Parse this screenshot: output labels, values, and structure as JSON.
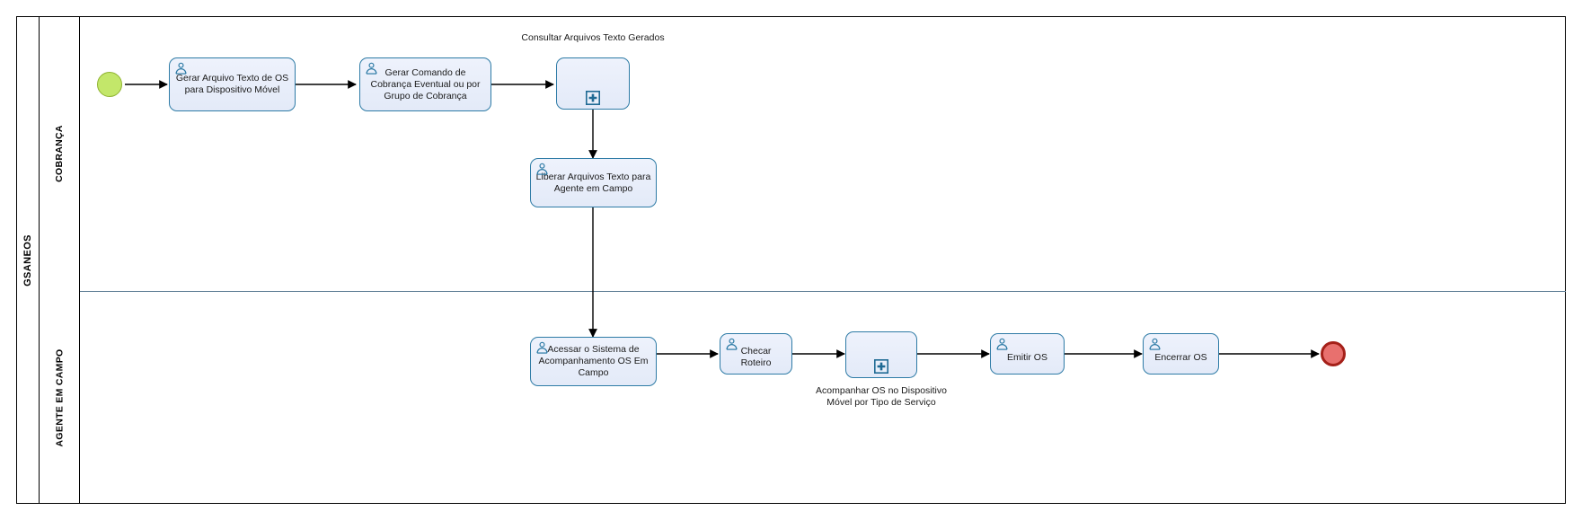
{
  "diagram": {
    "type": "bpmn-process",
    "pool": {
      "name": "GSANEOS"
    },
    "lanes": [
      {
        "id": "cobranca",
        "name": "COBRANÇA"
      },
      {
        "id": "agente",
        "name": "AGENTE EM CAMPO"
      }
    ],
    "events": [
      {
        "id": "start",
        "kind": "start-event",
        "label": "",
        "color": "#c3e76a"
      },
      {
        "id": "end",
        "kind": "end-event",
        "label": "",
        "color": "#e8706e"
      }
    ],
    "tasks": [
      {
        "id": "t1",
        "lane": "cobranca",
        "kind": "user-task",
        "label": "Gerar Arquivo Texto de OS\npara Dispositivo Móvel"
      },
      {
        "id": "t2",
        "lane": "cobranca",
        "kind": "user-task",
        "label": "Gerar Comando de\nCobrança Eventual ou por\nGrupo de Cobrança"
      },
      {
        "id": "t3",
        "lane": "cobranca",
        "kind": "collapsed-subprocess",
        "label": "",
        "external_label": "Consultar Arquivos Texto Gerados"
      },
      {
        "id": "t4",
        "lane": "cobranca",
        "kind": "user-task",
        "label": "Liberar Arquivos Texto para\nAgente em Campo"
      },
      {
        "id": "t5",
        "lane": "agente",
        "kind": "user-task",
        "label": "Acessar o Sistema de\nAcompanhamento OS Em\nCampo"
      },
      {
        "id": "t6",
        "lane": "agente",
        "kind": "user-task",
        "label": "Checar Roteiro"
      },
      {
        "id": "t7",
        "lane": "agente",
        "kind": "collapsed-subprocess",
        "label": "",
        "external_label": "Acompanhar OS no Dispositivo\nMóvel por Tipo de Serviço"
      },
      {
        "id": "t8",
        "lane": "agente",
        "kind": "user-task",
        "label": "Emitir OS"
      },
      {
        "id": "t9",
        "lane": "agente",
        "kind": "user-task",
        "label": "Encerrar OS"
      }
    ],
    "colors": {
      "task_border": "#2e7ba6",
      "task_fill": "#e9effa",
      "start_fill": "#c3e76a",
      "start_border": "#8fb330",
      "end_fill": "#e8706e",
      "end_border": "#a52019",
      "icon": "#2e7ba6",
      "flow": "#000000",
      "pool_border": "#000000"
    }
  }
}
